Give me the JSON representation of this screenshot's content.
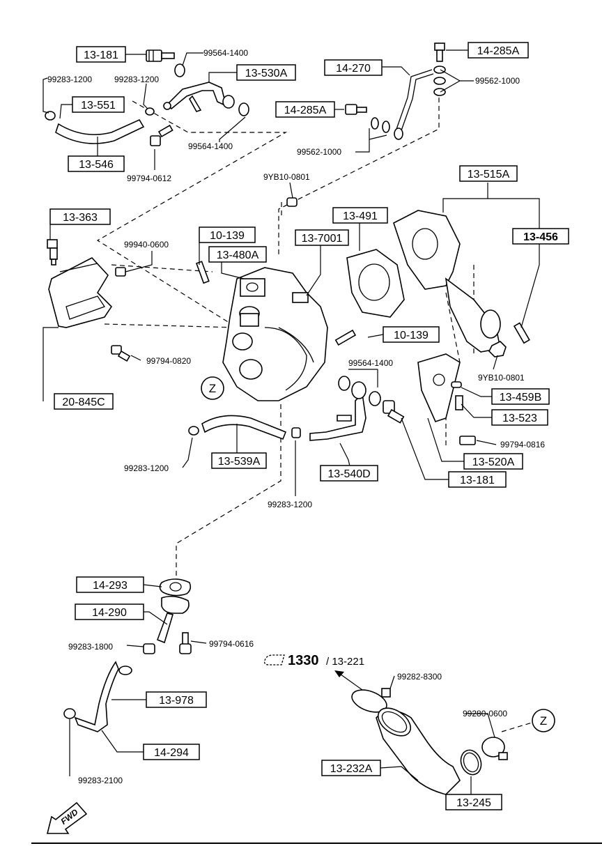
{
  "callouts": {
    "c13_181_top": "13-181",
    "c13_551": "13-551",
    "c13_546": "13-546",
    "c13_530a": "13-530A",
    "c14_270": "14-270",
    "c14_285a_top": "14-285A",
    "c14_285a_mid": "14-285A",
    "c13_515a": "13-515A",
    "c13_363": "13-363",
    "c10_139_left": "10-139",
    "c13_480a": "13-480A",
    "c13_7001": "13-7001",
    "c13_491": "13-491",
    "c13_456": "13-456",
    "c10_139_right": "10-139",
    "c20_845c": "20-845C",
    "c13_459b": "13-459B",
    "c13_523": "13-523",
    "c13_539a": "13-539A",
    "c13_540d": "13-540D",
    "c13_520a": "13-520A",
    "c13_181_bottom": "13-181",
    "c14_293": "14-293",
    "c14_290": "14-290",
    "c13_978": "13-978",
    "c14_294": "14-294",
    "c13_232a": "13-232A",
    "c13_245": "13-245"
  },
  "part_numbers": {
    "p99564_1400_a": "99564-1400",
    "p99283_1200_a": "99283-1200",
    "p99283_1200_b": "99283-1200",
    "p99564_1400_b": "99564-1400",
    "p99794_0612": "99794-0612",
    "p99562_1000_a": "99562-1000",
    "p99562_1000_b": "99562-1000",
    "p9yb10_0801_a": "9YB10-0801",
    "p99940_0600": "99940-0600",
    "p99794_0820": "99794-0820",
    "p99564_1400_c": "99564-1400",
    "p9yb10_0801_b": "9YB10-0801",
    "p99794_0816": "99794-0816",
    "p99283_1200_c": "99283-1200",
    "p99283_1200_d": "99283-1200",
    "p99283_1800": "99283-1800",
    "p99794_0616": "99794-0616",
    "p99282_8300": "99282-8300",
    "p99280_0600": "99280-0600",
    "p99283_2100": "99283-2100"
  },
  "reference": {
    "main": "1330",
    "sub": "/ 13-221"
  },
  "markers": {
    "z_left": "Z",
    "z_right": "Z"
  },
  "fwd": "FWD"
}
